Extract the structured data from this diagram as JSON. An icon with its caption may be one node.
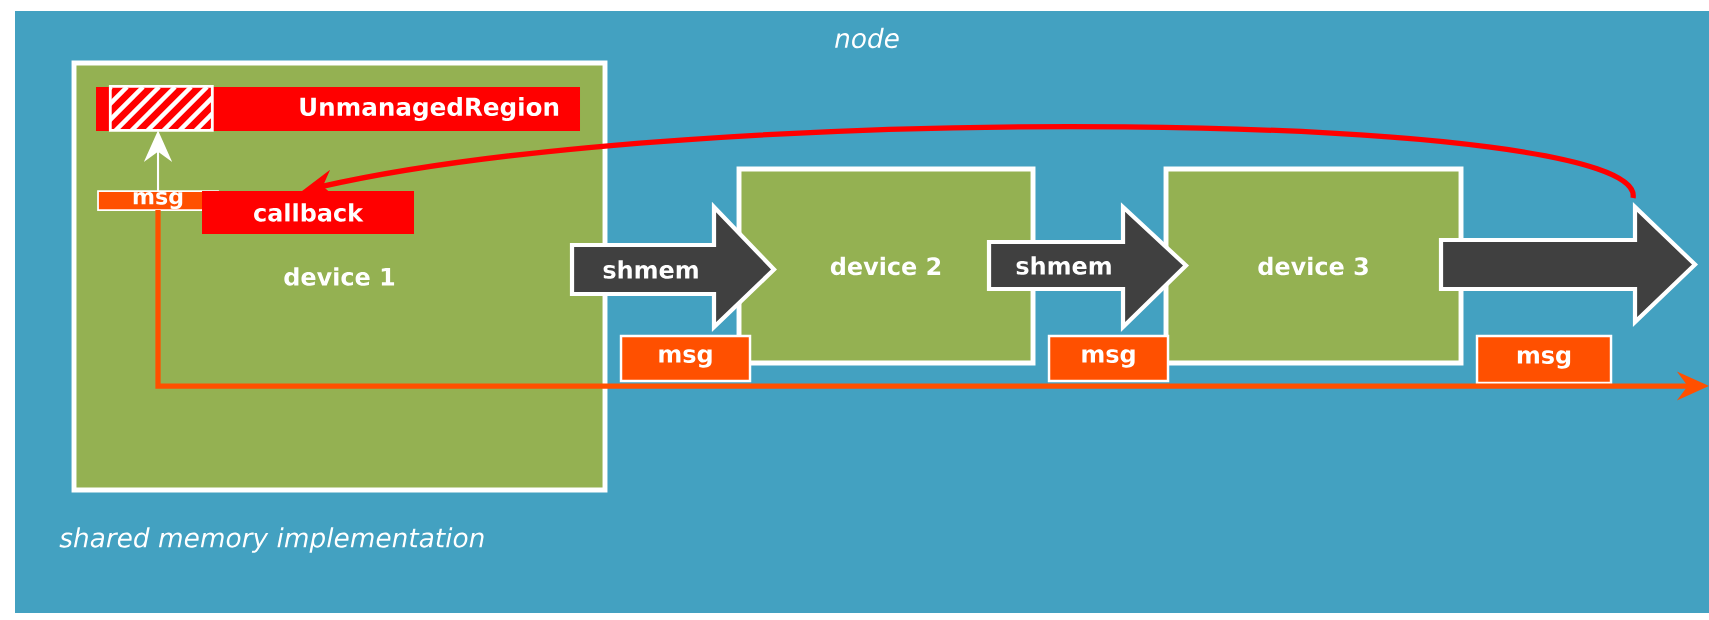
{
  "diagram": {
    "nodes": [
      {
        "text": [
          "node",
          "shared memory implementation"
        ]
      },
      {
        "text": [
          "device 1"
        ],
        "in": 0
      },
      {
        "text": [
          "UnmanagedRegion"
        ],
        "in": 1
      },
      {
        "text": [],
        "shape": "box",
        "in": 2
      },
      {
        "text": [
          "msg"
        ],
        "in": 1
      },
      {
        "text": [
          "callback"
        ],
        "in": 1
      },
      {
        "text": [
          "device 2"
        ],
        "in": 0
      },
      {
        "text": [
          "msg"
        ],
        "in": 0
      },
      {
        "text": [
          "device 3"
        ],
        "in": 0
      },
      {
        "text": [
          "msg"
        ],
        "in": 0
      },
      {
        "text": [
          "msg"
        ],
        "in": 0
      }
    ],
    "edges": [
      {
        "from": 4,
        "to": 3,
        "arrow": "to",
        "color": "#ffffff"
      },
      {
        "from": null,
        "to": 5,
        "arrow": "to",
        "color": "#ff0000"
      },
      {
        "from": 4,
        "to": null,
        "arrow": "to",
        "color": "#ff5000"
      },
      {
        "from": 1,
        "to": 6,
        "arrow": "to",
        "label": "shmem",
        "style": "thick",
        "color": "#404040"
      },
      {
        "from": 6,
        "to": 8,
        "arrow": "to",
        "label": "shmem",
        "style": "thick",
        "color": "#404040"
      },
      {
        "from": 8,
        "to": null,
        "arrow": "to",
        "style": "thick",
        "color": "#404040"
      }
    ]
  }
}
